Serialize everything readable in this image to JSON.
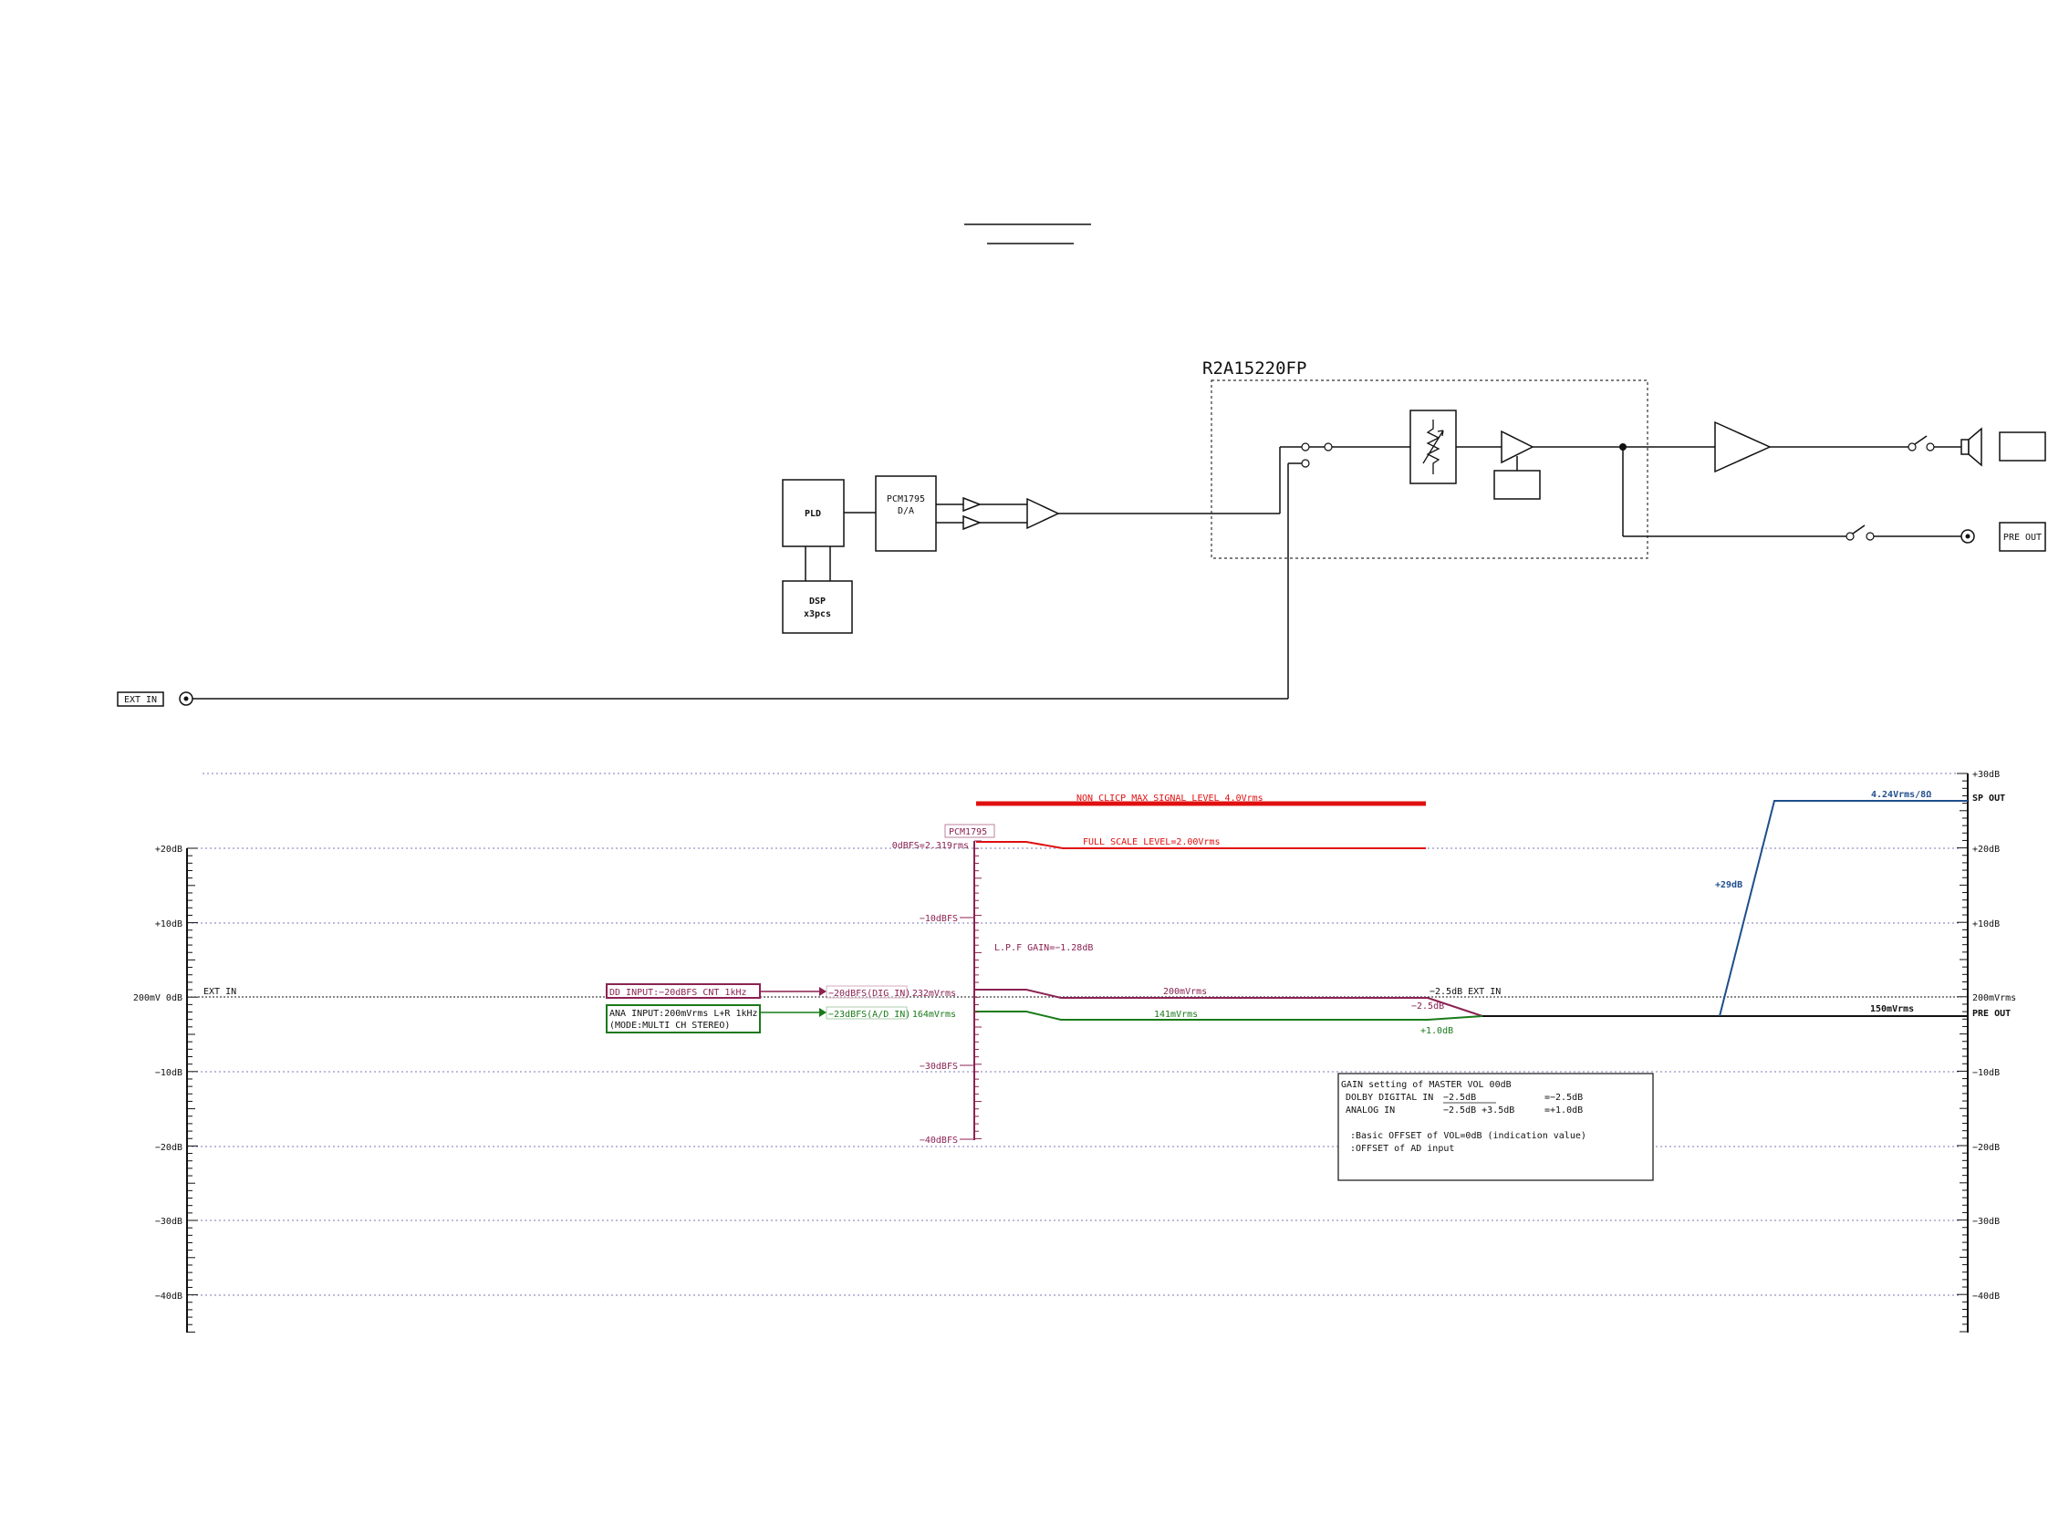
{
  "blocks": {
    "chip_name": "R2A15220FP",
    "pld": "PLD",
    "pcm_l1": "PCM1795",
    "pcm_l2": "D/A",
    "dsp_l1": "DSP",
    "dsp_l2": "x3pcs",
    "ext_in": "EXT IN",
    "pre_out": "PRE OUT"
  },
  "level_chart": {
    "left_scale": [
      "+20dB",
      "+10dB",
      "200mV  0dB",
      "−10dB",
      "−20dB",
      "−30dB",
      "−40dB"
    ],
    "right_scale": [
      "+30dB",
      "+20dB",
      "+10dB",
      "200mVrms",
      "−10dB",
      "−20dB",
      "−30dB",
      "−40dB"
    ],
    "right_outputs": {
      "sp": "SP OUT",
      "pre": "PRE OUT"
    },
    "ext_in_label": "EXT IN",
    "dd_input": "DD INPUT:−20dBFS CNT 1kHz",
    "ana_input_l1": "ANA INPUT:200mVrms L+R 1kHz",
    "ana_input_l2": "(MODE:MULTI CH STEREO)",
    "dig_in_level": "−20dBFS(DIG IN)",
    "ad_in_level": "−23dBFS(A/D IN)",
    "pcm_tag": "PCM1795",
    "dbfs_scale": [
      "0dBFS=2.319rms",
      "−10dBFS",
      "−30dBFS",
      "−40dBFS"
    ],
    "v232": "232mVrms",
    "v164": "164mVrms",
    "lpf_gain": "L.P.F GAIN=−1.28dB",
    "non_clip": "NON CLICP MAX SIGNAL LEVEL 4.0Vrms",
    "full_scale": "FULL SCALE LEVEL=2.00Vrms",
    "v200": "200mVrms",
    "v141": "141mVrms",
    "minus25_extin": "−2.5dB EXT IN",
    "minus25": "−2.5dB",
    "plus10": "+1.0dB",
    "plus29": "+29dB",
    "sp_level": "4.24Vrms/8Ω",
    "pre_level": "150mVrms"
  },
  "gain_box": {
    "title": "GAIN setting of MASTER VOL 00dB",
    "dd_label": "DOLBY DIGITAL IN",
    "dd_values": "−2.5dB",
    "dd_result": "=−2.5dB",
    "ana_label": "ANALOG IN",
    "ana_values": "−2.5dB  +3.5dB",
    "ana_result": "=+1.0dB",
    "note1": ":Basic OFFSET of VOL=0dB (indication value)",
    "note2": ":OFFSET of AD input"
  },
  "colors": {
    "purple": "#8b2252",
    "green": "#1a7a1a",
    "red": "#e01010",
    "blue": "#1f4e8c",
    "grid": "#7a7ab8"
  }
}
